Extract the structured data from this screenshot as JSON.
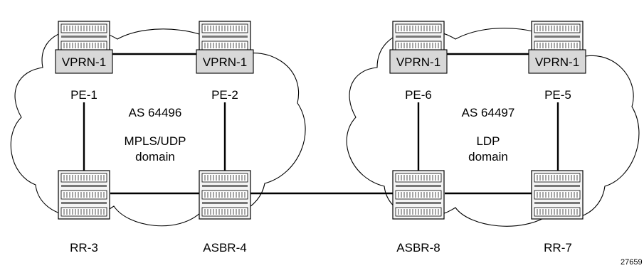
{
  "domains": [
    {
      "as_label": "AS 64496",
      "protocol_label": "MPLS/UDP",
      "domain_word": "domain"
    },
    {
      "as_label": "AS 64497",
      "protocol_label": "LDP",
      "domain_word": "domain"
    }
  ],
  "nodes": {
    "pe1": {
      "label": "PE-1",
      "vprn": "VPRN-1"
    },
    "pe2": {
      "label": "PE-2",
      "vprn": "VPRN-1"
    },
    "pe6": {
      "label": "PE-6",
      "vprn": "VPRN-1"
    },
    "pe5": {
      "label": "PE-5",
      "vprn": "VPRN-1"
    },
    "rr3": {
      "label": "RR-3"
    },
    "asbr4": {
      "label": "ASBR-4"
    },
    "asbr8": {
      "label": "ASBR-8"
    },
    "rr7": {
      "label": "RR-7"
    }
  },
  "figure_id": "27659"
}
